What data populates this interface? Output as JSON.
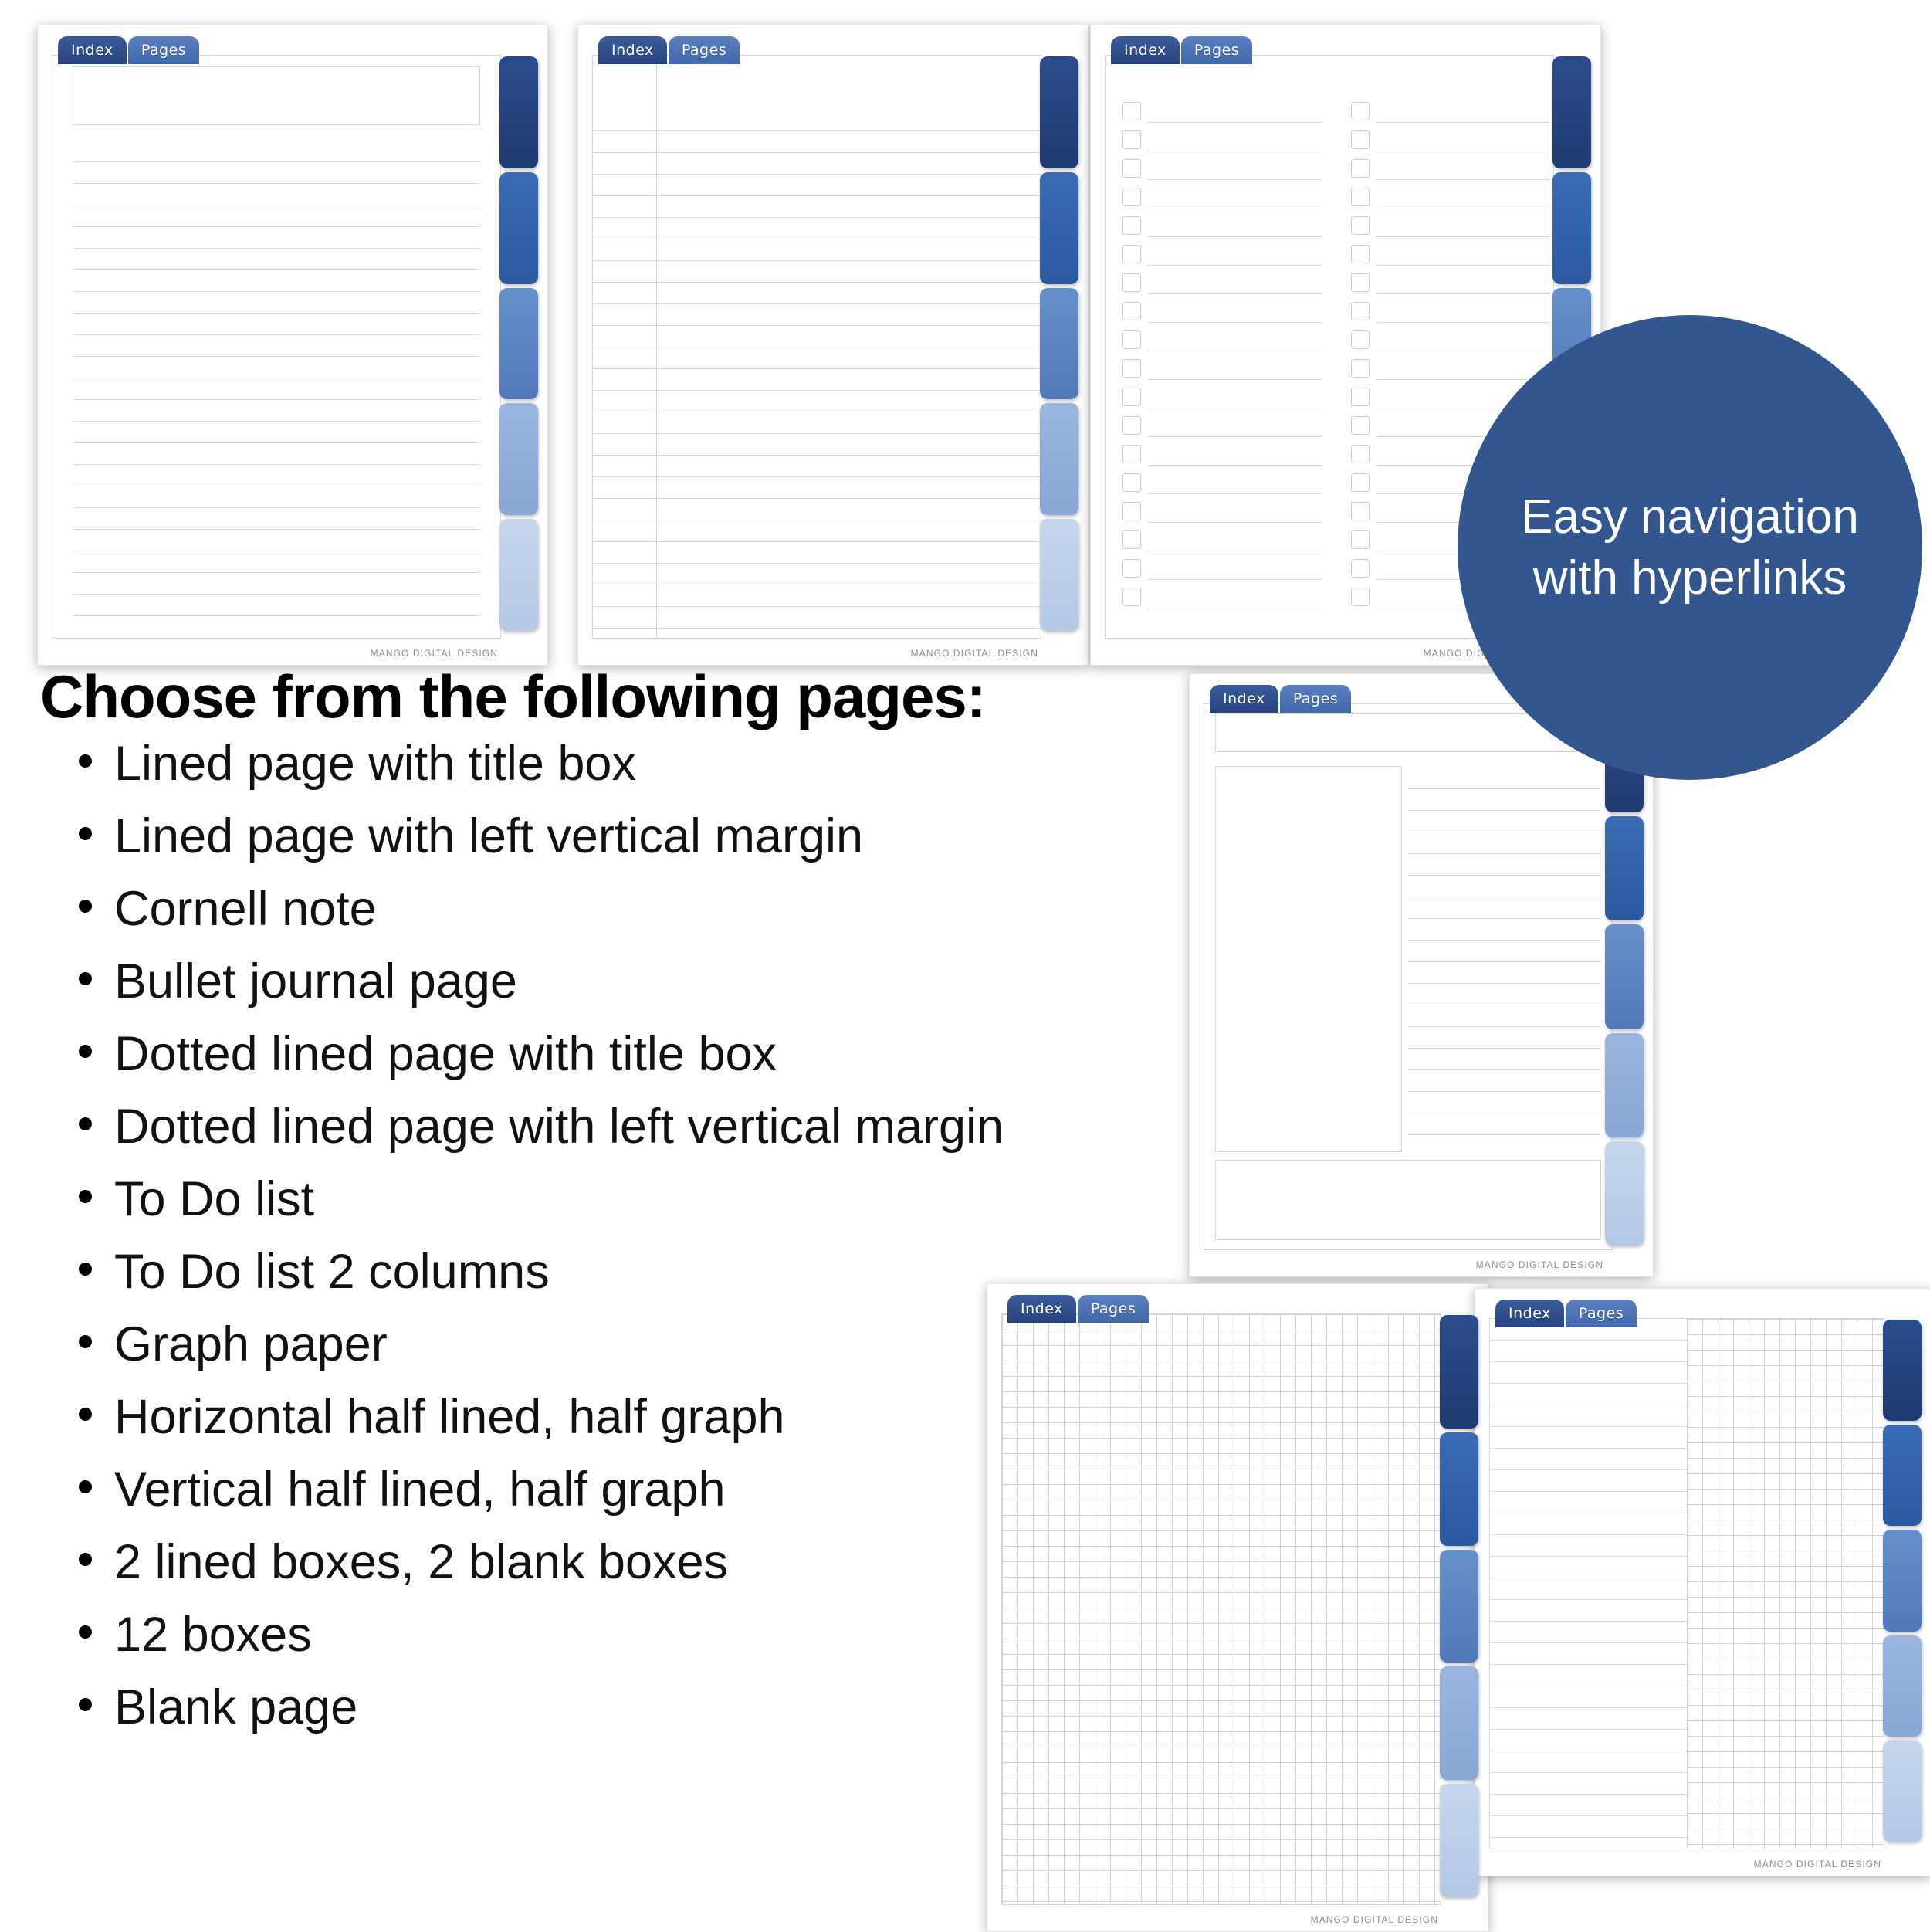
{
  "brand": {
    "watermark": "MANGO DIGITAL DESIGN"
  },
  "colors": {
    "tab_index": "#27447f",
    "tab_pages": "#4168ab",
    "badge_bg": "#34568f",
    "side_tabs": [
      "#24407a",
      "#2f62ab",
      "#5a82c2",
      "#8fabd8",
      "#bdd0ea"
    ],
    "rule_line": "#d9dde3",
    "grid_line": "#ccd2d9"
  },
  "tabs": {
    "index_label": "Index",
    "pages_label": "Pages"
  },
  "badge": {
    "text": "Easy navigation with hyperlinks"
  },
  "copy": {
    "heading": "Choose from the following pages:",
    "items": [
      "Lined page with title box",
      "Lined page with left vertical margin",
      "Cornell note",
      "Bullet journal page",
      "Dotted lined page with title box",
      "Dotted lined page with left vertical margin",
      "To Do list",
      "To Do list 2 columns",
      "Graph paper",
      "Horizontal half lined, half graph",
      "Vertical half lined, half graph",
      "2 lined boxes, 2 blank boxes",
      "12 boxes",
      "Blank page"
    ]
  },
  "previews": [
    {
      "name": "lined-page-with-title-box",
      "type": "lined-title-box"
    },
    {
      "name": "lined-page-left-margin",
      "type": "lined-margin"
    },
    {
      "name": "to-do-list-2-columns",
      "type": "todo-two-col"
    },
    {
      "name": "cornell-note",
      "type": "cornell"
    },
    {
      "name": "graph-paper",
      "type": "graph"
    },
    {
      "name": "vertical-half-lined-half-graph",
      "type": "half-lined-half-graph"
    }
  ]
}
